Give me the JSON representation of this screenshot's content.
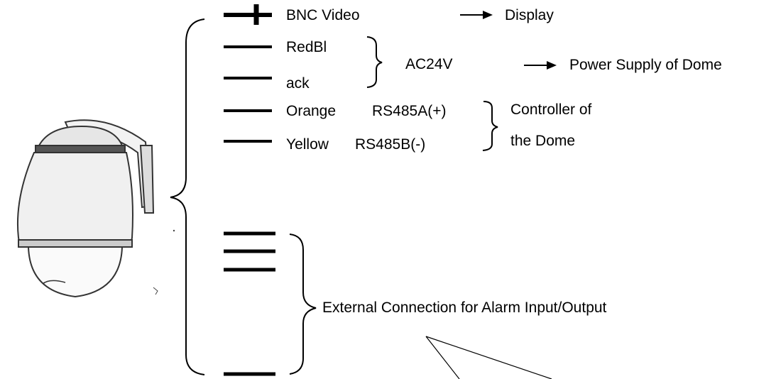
{
  "wires": {
    "bnc_video": "BNC Video",
    "red": "RedBl",
    "black": "ack",
    "orange": "Orange",
    "orange_signal": "RS485A(+)",
    "yellow": "Yellow",
    "yellow_signal": "RS485B(-)"
  },
  "targets": {
    "display": "Display",
    "ac_voltage": "AC24V",
    "power_supply": "Power Supply of Dome",
    "controller_line1": "Controller of",
    "controller_line2": "the Dome",
    "alarm": "External Connection for Alarm Input/Output"
  },
  "colors": {
    "ink": "#000000",
    "camera_outline": "#333333",
    "camera_fill": "#e6e6e6"
  }
}
